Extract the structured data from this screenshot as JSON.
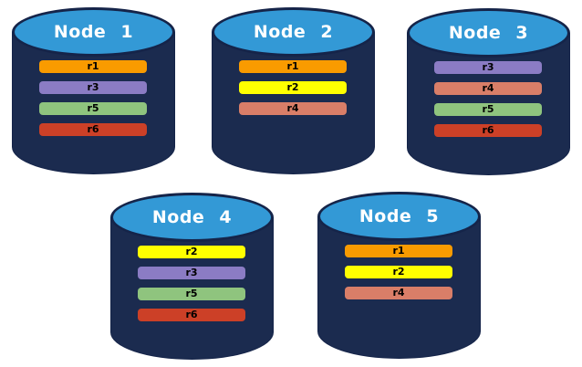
{
  "diagram": {
    "background": "#ffffff",
    "colors": {
      "cylinder_body": "#1B2B4F",
      "cylinder_top_fill": "#3399D6",
      "cylinder_outline": "#152449",
      "title_text": "#FFFFFF",
      "bar_text": "#000000",
      "replicas": {
        "r1": "#F99B00",
        "r2": "#FFFF00",
        "r3": "#8B7CC4",
        "r4": "#D97E68",
        "r5": "#8FC47E",
        "r6": "#CC4027"
      }
    },
    "nodes": [
      {
        "label": "Node 1",
        "replicas": [
          "r1",
          "r3",
          "r5",
          "r6"
        ]
      },
      {
        "label": "Node 2",
        "replicas": [
          "r1",
          "r2",
          "r4"
        ]
      },
      {
        "label": "Node 3",
        "replicas": [
          "r3",
          "r4",
          "r5",
          "r6"
        ]
      },
      {
        "label": "Node 4",
        "replicas": [
          "r2",
          "r3",
          "r5",
          "r6"
        ]
      },
      {
        "label": "Node 5",
        "replicas": [
          "r1",
          "r2",
          "r4"
        ]
      }
    ]
  }
}
